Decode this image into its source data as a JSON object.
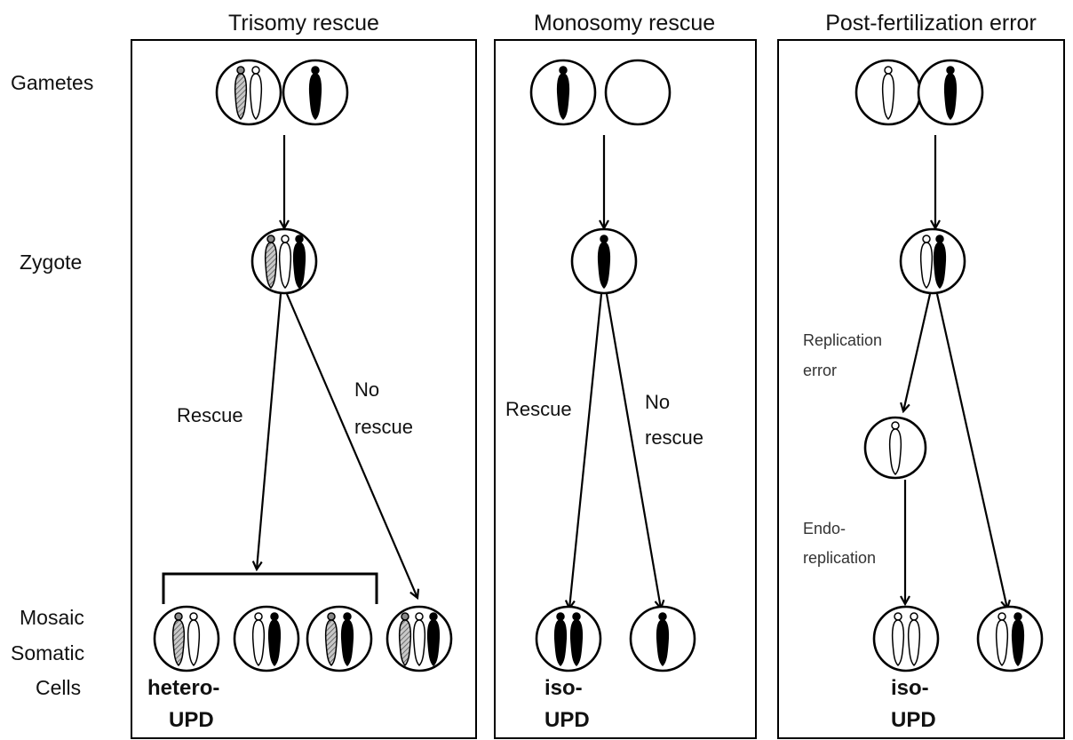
{
  "panels": {
    "trisomy": {
      "title": "Trisomy rescue"
    },
    "monosomy": {
      "title": "Monosomy rescue"
    },
    "postfert": {
      "title": "Post-fertilization error"
    }
  },
  "row_labels": {
    "gametes": "Gametes",
    "zygote": "Zygote",
    "mosaic_1": "Mosaic",
    "mosaic_2": "Somatic",
    "mosaic_3": "Cells"
  },
  "edge_labels": {
    "trisomy_rescue": "Rescue",
    "trisomy_no_rescue_1": "No",
    "trisomy_no_rescue_2": "rescue",
    "monosomy_rescue": "Rescue",
    "monosomy_no_rescue_1": "No",
    "monosomy_no_rescue_2": "rescue",
    "replication_error_1": "Replication",
    "replication_error_2": "error",
    "endo_1": "Endo-",
    "endo_2": "replication"
  },
  "outcomes": {
    "hetero_1": "hetero-",
    "hetero_2": "UPD",
    "iso_mono_1": "iso-",
    "iso_mono_2": "UPD",
    "iso_post_1": "iso-",
    "iso_post_2": "UPD"
  },
  "chromosome_colors": {
    "white": "#ffffff",
    "hatched": "#9a9a9a",
    "black": "#000000"
  }
}
